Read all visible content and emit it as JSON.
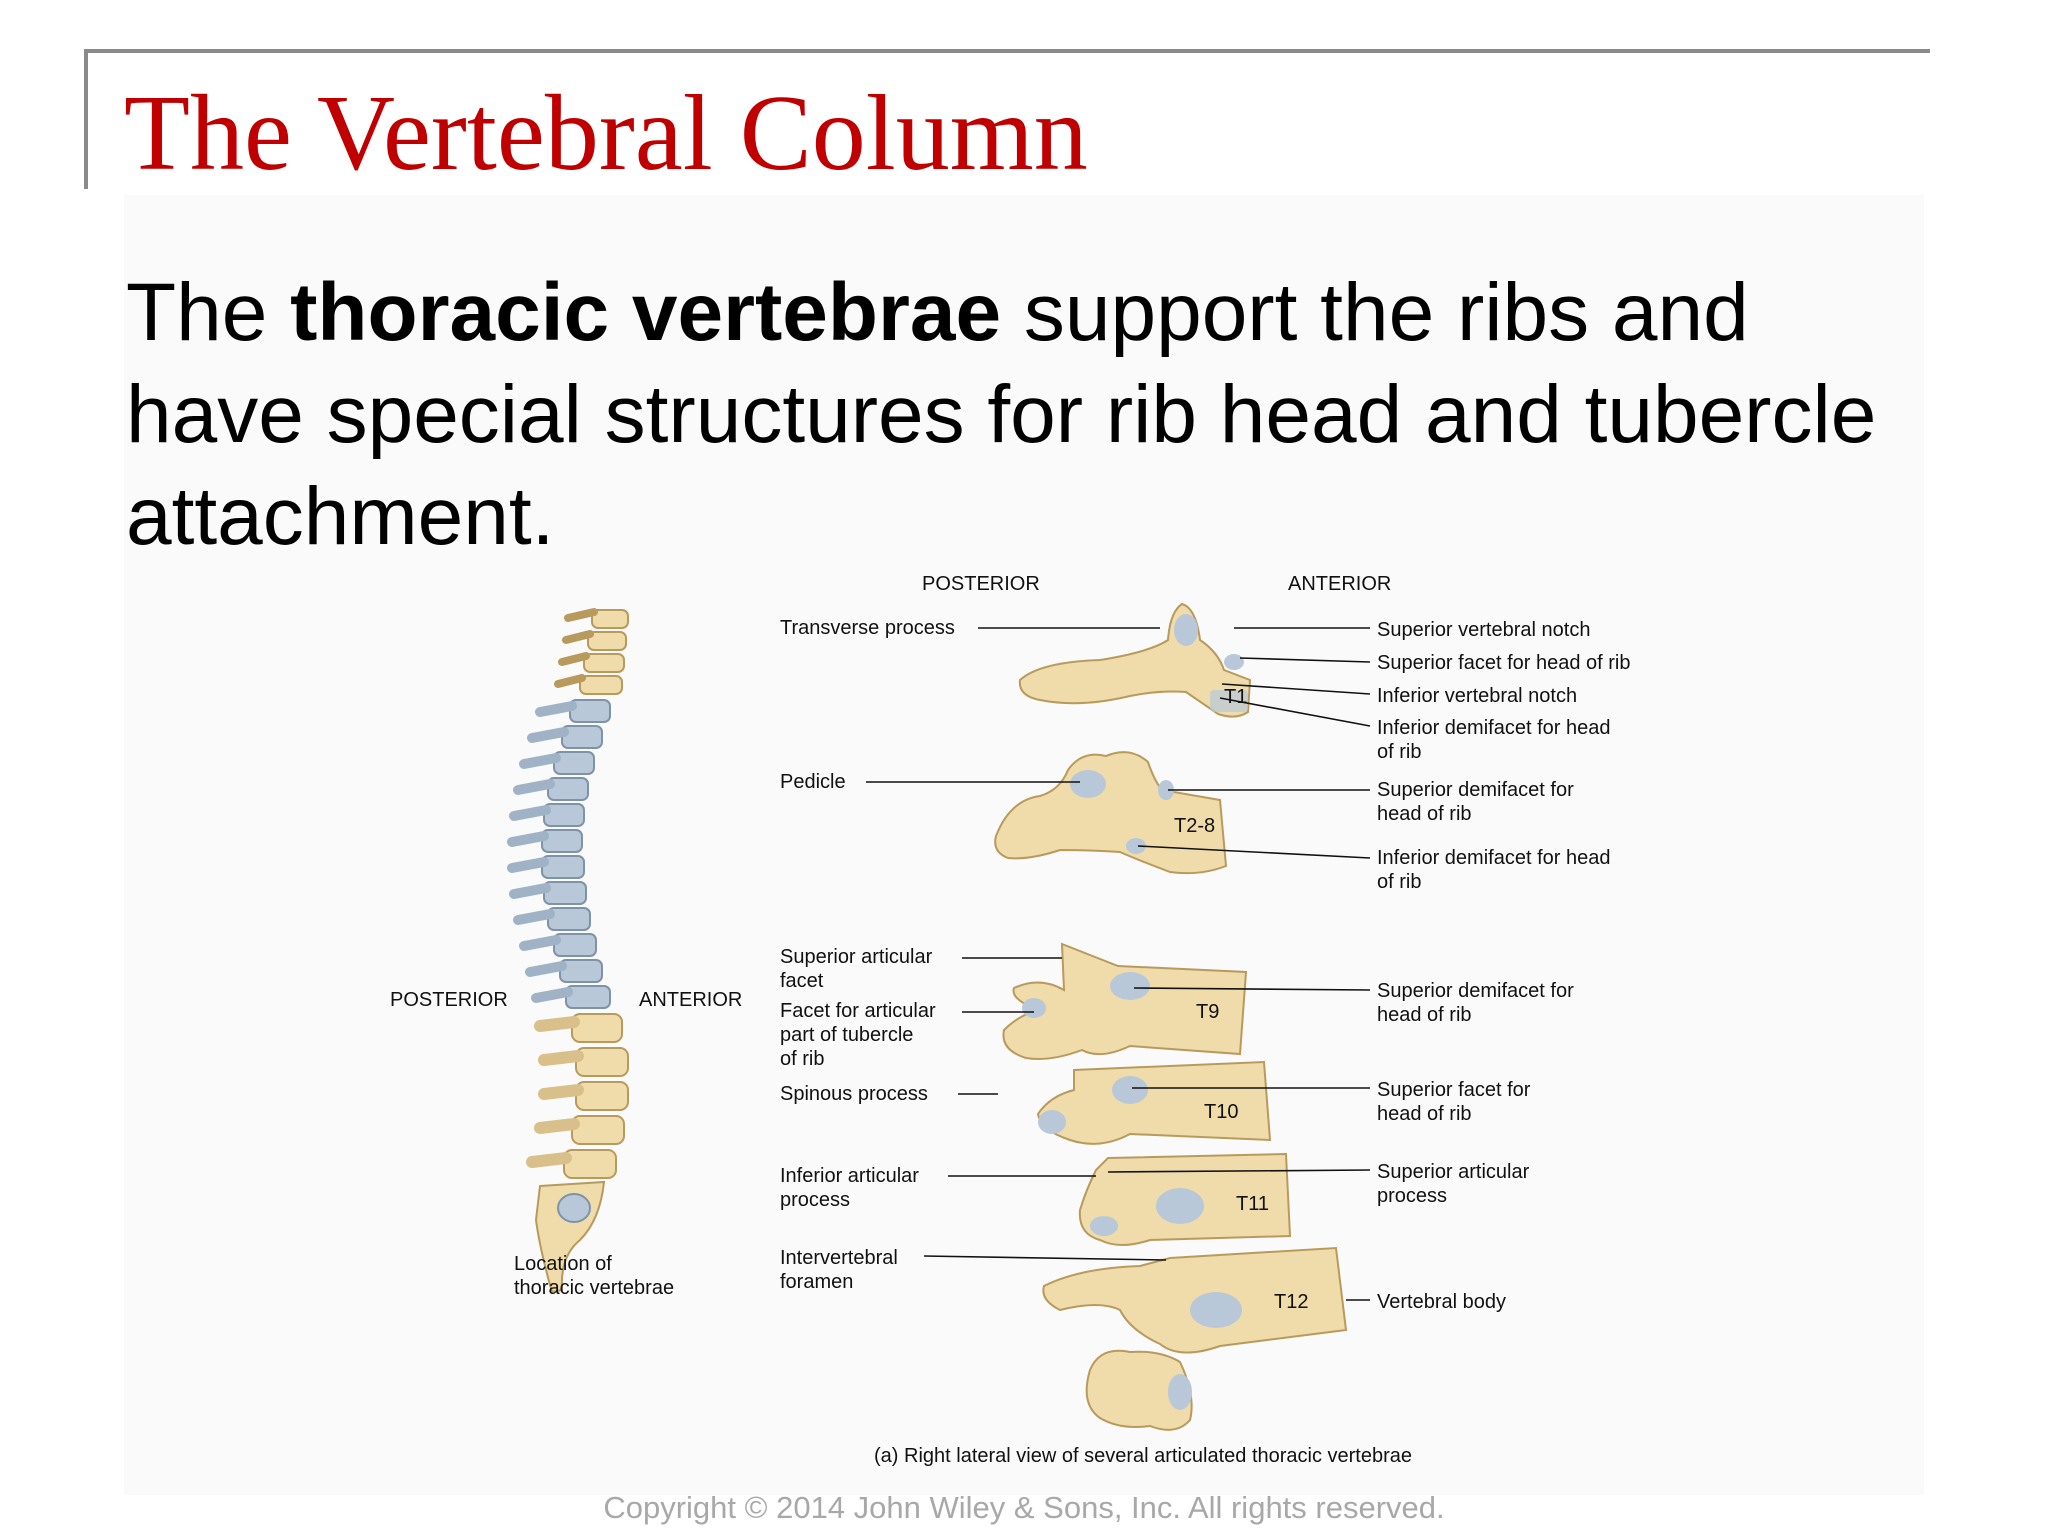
{
  "slide": {
    "title": "The Vertebral Column",
    "body_pre": "The ",
    "body_bold": "thoracic vertebrae",
    "body_post": " support the ribs and have special structures for rib head and tubercle attachment.",
    "copyright": "Copyright © 2014 John Wiley & Sons, Inc. All rights reserved."
  },
  "figure": {
    "orientation_top_left": "POSTERIOR",
    "orientation_top_right": "ANTERIOR",
    "spine_left": "POSTERIOR",
    "spine_right": "ANTERIOR",
    "spine_caption_1": "Location of",
    "spine_caption_2": "thoracic vertebrae",
    "caption": "(a) Right lateral view of several articulated thoracic vertebrae",
    "vertebrae": [
      "T1",
      "T2-8",
      "T9",
      "T10",
      "T11",
      "T12"
    ],
    "left_labels": [
      [
        "Transverse process"
      ],
      [
        "Pedicle"
      ],
      [
        "Superior articular",
        "facet"
      ],
      [
        "Facet for articular",
        "part of tubercle",
        "of rib"
      ],
      [
        "Spinous process"
      ],
      [
        "Inferior articular",
        "process"
      ],
      [
        "Intervertebral",
        "foramen"
      ]
    ],
    "right_labels": [
      [
        "Superior vertebral notch"
      ],
      [
        "Superior facet for head of rib"
      ],
      [
        "Inferior vertebral notch"
      ],
      [
        "Inferior demifacet for head",
        "of rib"
      ],
      [
        "Superior demifacet for",
        "head of rib"
      ],
      [
        "Inferior demifacet for head",
        "of rib"
      ],
      [
        "Superior demifacet for",
        "head of rib"
      ],
      [
        "Superior facet for",
        "head of rib"
      ],
      [
        "Superior articular",
        "process"
      ],
      [
        "Vertebral body"
      ]
    ]
  },
  "colors": {
    "title": "#c00000",
    "bone": "#efdcaa",
    "bone_edge": "#b89a5c",
    "cartilage": "#b8c8d8",
    "copyright": "#a8a8a8"
  }
}
